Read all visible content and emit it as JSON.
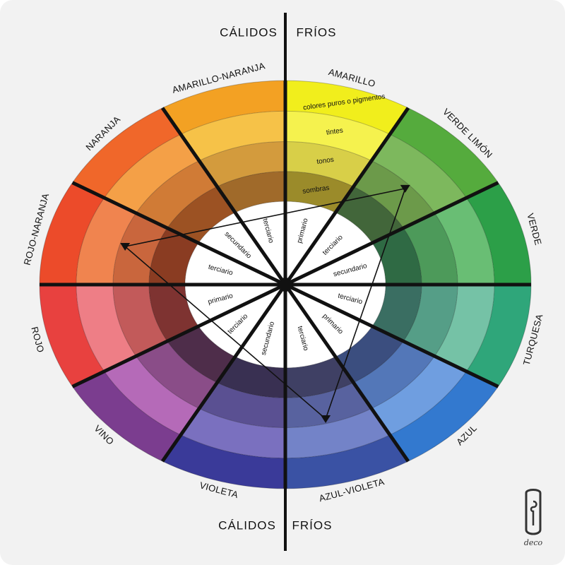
{
  "headers": {
    "top_warm": "CÁLIDOS",
    "top_cold": "FRÍOS",
    "bottom_warm": "CÁLIDOS",
    "bottom_cold": "FRÍOS"
  },
  "segments": [
    {
      "name": "AMARILLO",
      "inner": "primario",
      "colors": [
        "#f1ee1c",
        "#f5f24e",
        "#d8cf48",
        "#9b8b2a"
      ]
    },
    {
      "name": "VERDE LIMÓN",
      "inner": "terciario",
      "colors": [
        "#55ab3d",
        "#7db85d",
        "#6c9a4a",
        "#42663a"
      ]
    },
    {
      "name": "VERDE",
      "inner": "secundario",
      "colors": [
        "#2c9f48",
        "#69be74",
        "#4d9a5a",
        "#2f6a44"
      ]
    },
    {
      "name": "TURQUESA",
      "inner": "terciario",
      "colors": [
        "#2fa67a",
        "#75c2a6",
        "#559e87",
        "#3a6e62"
      ]
    },
    {
      "name": "AZUL",
      "inner": "primario",
      "colors": [
        "#3379cf",
        "#6f9ee0",
        "#5377b8",
        "#3b4e7f"
      ]
    },
    {
      "name": "AZUL-VIOLETA",
      "inner": "terciario",
      "colors": [
        "#3a52a4",
        "#7383c8",
        "#58629f",
        "#3f4064"
      ]
    },
    {
      "name": "VIOLETA",
      "inner": "secundario",
      "colors": [
        "#3a3a99",
        "#7a70bf",
        "#5a5092",
        "#393052"
      ]
    },
    {
      "name": "VINO",
      "inner": "terciario",
      "colors": [
        "#7b3d8f",
        "#b56ab8",
        "#8a4d88",
        "#4e2d4a"
      ]
    },
    {
      "name": "ROJO",
      "inner": "primario",
      "colors": [
        "#e8413f",
        "#ee7e86",
        "#c25a5a",
        "#7e3331"
      ]
    },
    {
      "name": "ROJO-NARANJA",
      "inner": "terciario",
      "colors": [
        "#ec4b2a",
        "#f0844f",
        "#c9663d",
        "#8a3c22"
      ]
    },
    {
      "name": "NARANJA",
      "inner": "secundario",
      "colors": [
        "#f0672a",
        "#f4a047",
        "#d07b36",
        "#9c5223"
      ]
    },
    {
      "name": "AMARILLO-NARANJA",
      "inner": "terciario",
      "colors": [
        "#f3a123",
        "#f6c248",
        "#d39b3d",
        "#a06a2a"
      ]
    }
  ],
  "band_labels": [
    "colores puros o pigmentos",
    "tintes",
    "tonos",
    "sombras"
  ],
  "colors": {
    "center_fill": "#ffffff",
    "divider": "#111111",
    "triangle": "#111111"
  },
  "logo": {
    "icon": "deco-tube-icon",
    "text": "deco"
  }
}
